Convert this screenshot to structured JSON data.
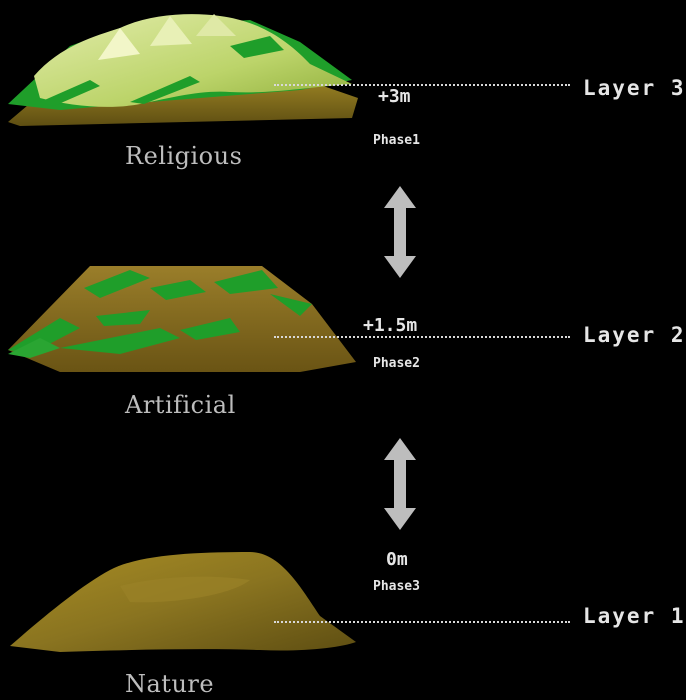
{
  "stages": [
    {
      "caption": "Religious",
      "layer": "Layer 3",
      "height": "+3m",
      "phase": "Phase1",
      "style": "green-mounds"
    },
    {
      "caption": "Artificial",
      "layer": "Layer 2",
      "height": "+1.5m",
      "phase": "Phase2",
      "style": "green-patches"
    },
    {
      "caption": "Nature",
      "layer": "Layer 1",
      "height": "0m",
      "phase": "Phase3",
      "style": "bare-earth"
    }
  ],
  "colors": {
    "background": "#000000",
    "earth": "#8a7420",
    "earth_dark": "#5e4e12",
    "grass": "#1f9e2a",
    "grass_light": "#c9dc78",
    "arrow": "#bdbdbd",
    "text": "#e6e6e6"
  },
  "icons": [
    "double-arrow-icon",
    "double-arrow-icon"
  ]
}
